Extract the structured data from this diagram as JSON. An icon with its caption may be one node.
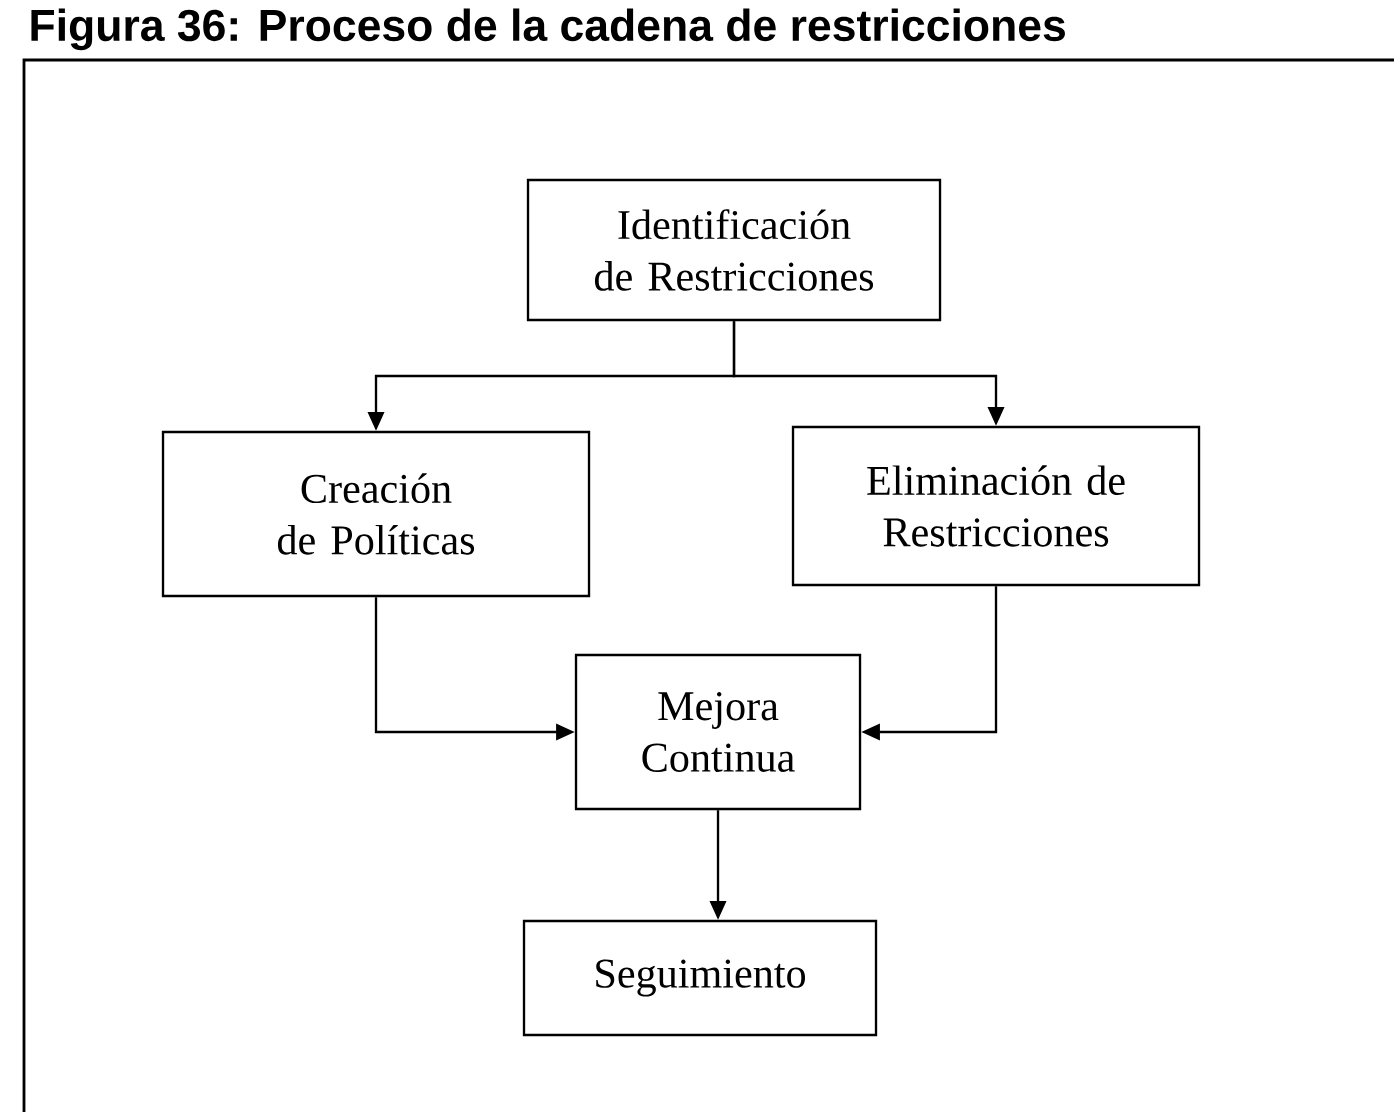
{
  "diagram": {
    "title": "Figura 36: Proceso de la cadena de restricciones",
    "nodes": [
      {
        "text": [
          "Identificación de Restricciones"
        ]
      },
      {
        "text": [
          "Creación de Políticas"
        ]
      },
      {
        "text": [
          "Eliminación de Restricciones"
        ]
      },
      {
        "text": [
          "Mejora Continua"
        ]
      },
      {
        "text": [
          "Seguimiento"
        ]
      }
    ],
    "edges": [
      {
        "from": 0,
        "to": 1,
        "arrow": "to"
      },
      {
        "from": 0,
        "to": 2,
        "arrow": "to"
      },
      {
        "from": 1,
        "to": 3,
        "arrow": "to"
      },
      {
        "from": 2,
        "to": 3,
        "arrow": "to"
      },
      {
        "from": 3,
        "to": 4,
        "arrow": "to"
      }
    ]
  }
}
